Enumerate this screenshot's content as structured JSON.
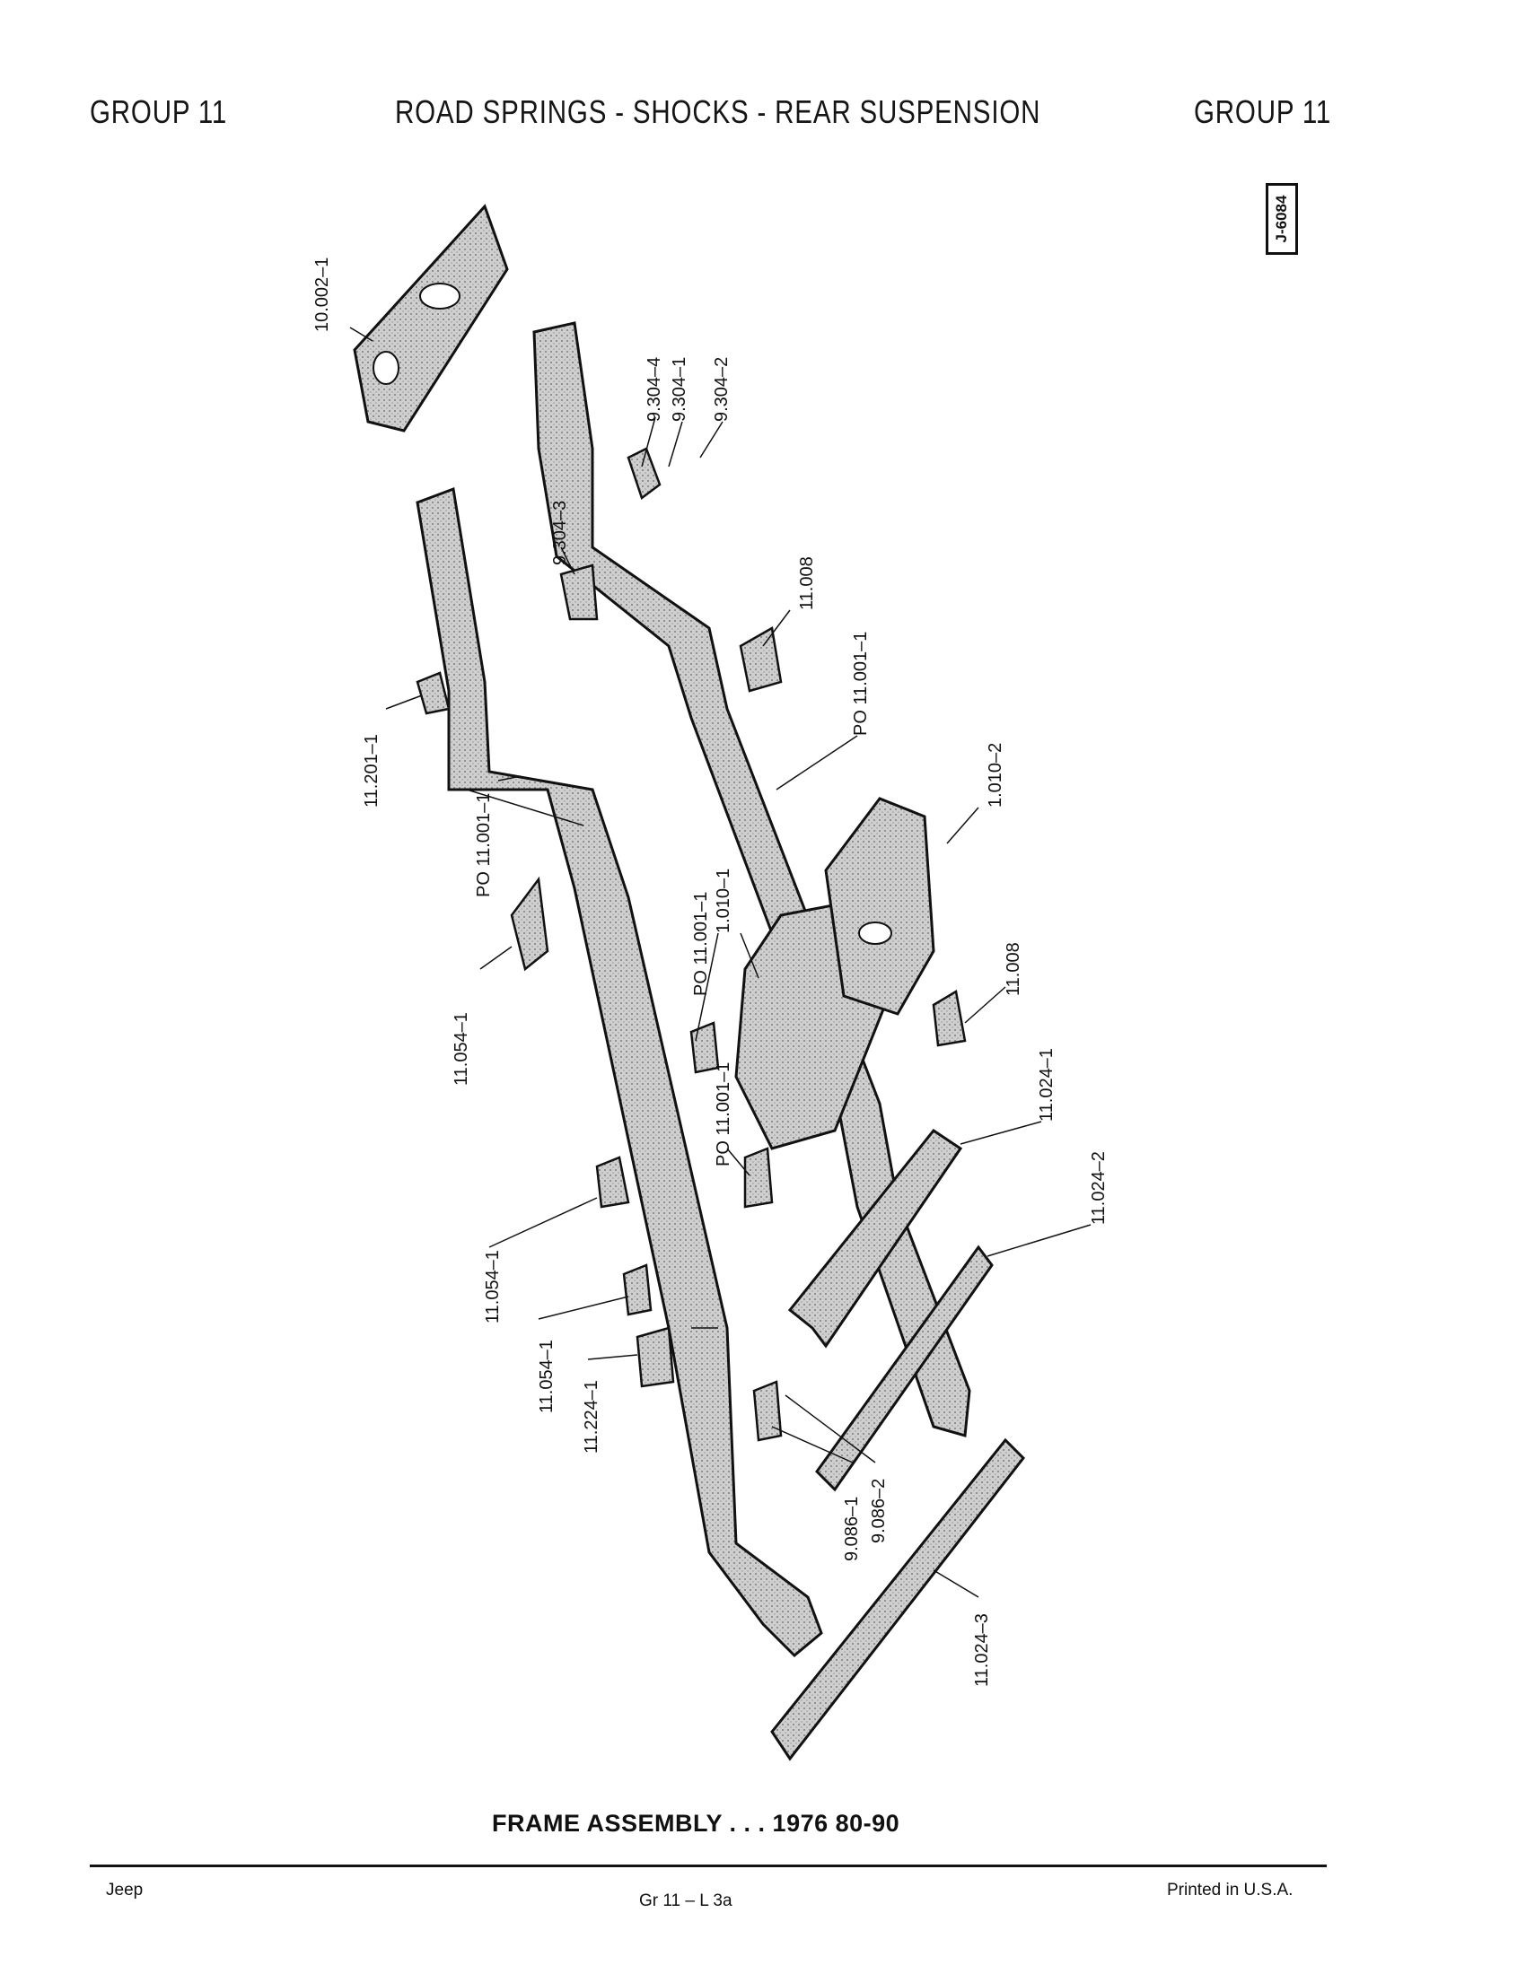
{
  "header": {
    "left": "GROUP 11",
    "title": "ROAD SPRINGS - SHOCKS - REAR SUSPENSION",
    "right": "GROUP 11"
  },
  "illustration_code": "J-6084",
  "callouts": [
    "10.002–1",
    "9.304–4",
    "9.304–1",
    "9.304–2",
    "9.304–3",
    "11.008",
    "PO 11.001–1",
    "11.201–1",
    "PO 11.001–1",
    "1.010–2",
    "PO 11.001–1",
    "1.010–1",
    "11.054–1",
    "11.008",
    "11.024–1",
    "PO 11.001–1",
    "11.024–2",
    "11.054–1",
    "11.054–1",
    "11.224–1",
    "9.086–1",
    "9.086–2",
    "11.024–3"
  ],
  "caption": "FRAME ASSEMBLY . . . 1976 80-90",
  "footer": {
    "left": "Jeep",
    "center": "Gr 11 – L 3a",
    "right": "Printed in U.S.A."
  }
}
